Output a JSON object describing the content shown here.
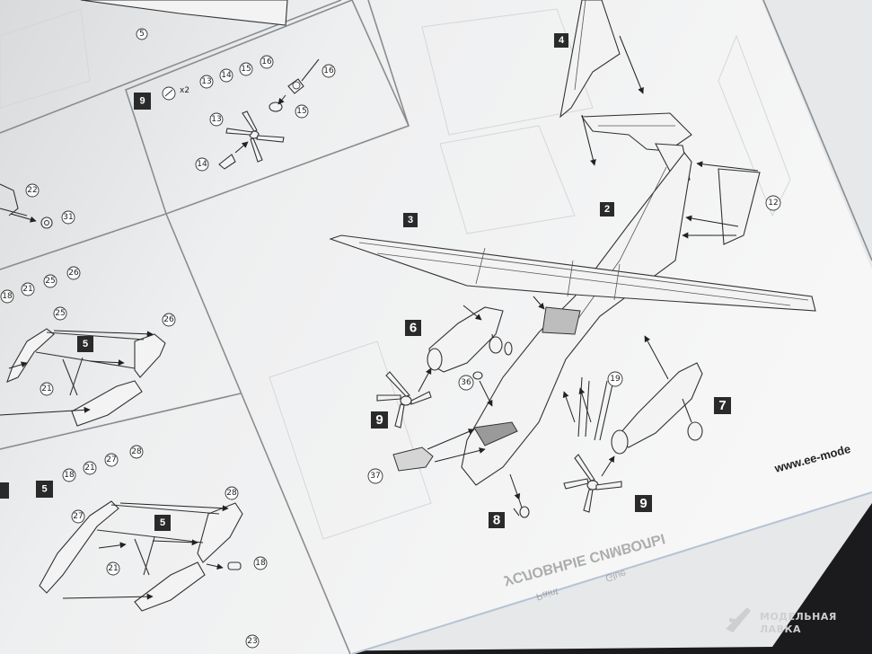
{
  "watermark": {
    "brand": "МОДЕЛЬНАЯ ЛАВКА",
    "logo_icon": "plane-in-circle-icon"
  },
  "website": "www.ee-mode",
  "steps": {
    "top_left_callout": "5",
    "step9_box": "9",
    "step9_quantity": "x2",
    "step9_parts": [
      "13",
      "14",
      "15",
      "16"
    ],
    "step9_labels": [
      "16",
      "13",
      "15",
      "14"
    ],
    "step5a_parts": [
      "18",
      "21",
      "25",
      "26"
    ],
    "step5a_labels": [
      "25",
      "26",
      "5",
      "21"
    ],
    "step5a_left": [
      "22",
      "31"
    ],
    "step5b_box": "5",
    "step5b_parts": [
      "18",
      "21",
      "27",
      "28"
    ],
    "step5b_labels": [
      "28",
      "27",
      "5",
      "21",
      "18"
    ],
    "bottom_label": "23"
  },
  "main_assembly": {
    "labels": {
      "s4": "4",
      "s2": "2",
      "s3": "3",
      "s6": "6",
      "s7": "7",
      "s9a": "9",
      "s9b": "9",
      "s8": "8",
      "p12": "12",
      "p36": "36",
      "p19": "19",
      "p37": "37"
    }
  },
  "reversed_text": {
    "symbols": "УСЛОВНЫЕ СИМВОЛЫ",
    "glue": "Glue",
    "paint": "Paint"
  }
}
